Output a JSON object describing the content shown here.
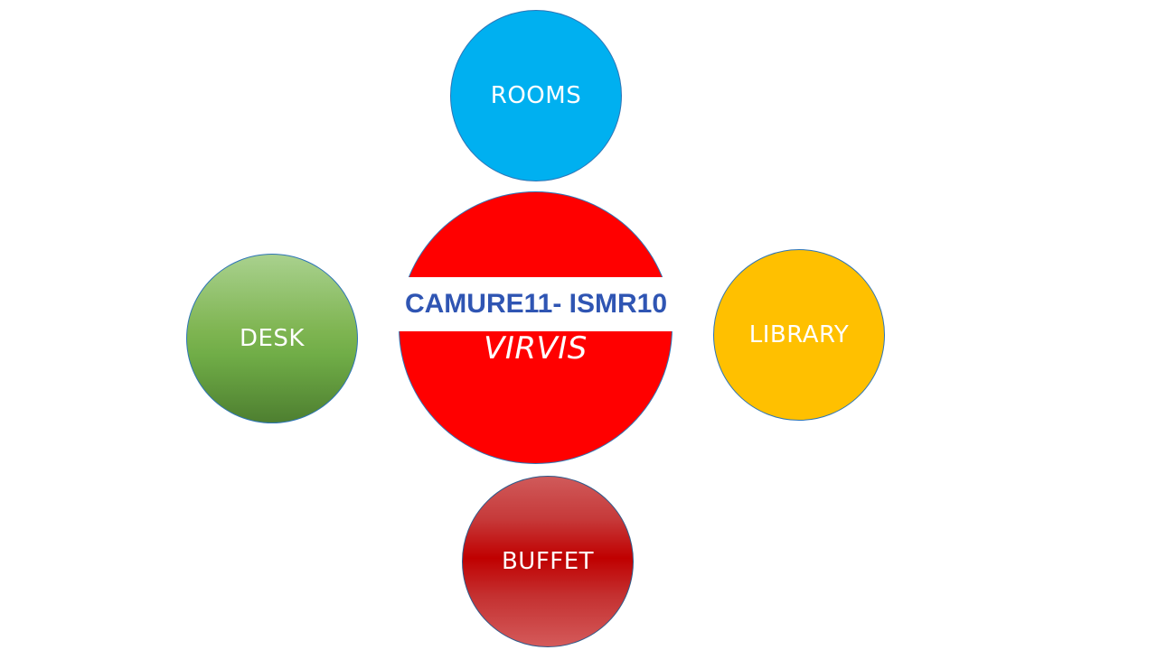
{
  "center": {
    "title": "CAMURE11- ISMR10",
    "subtitle": "VIRVIS"
  },
  "nodes": {
    "rooms": {
      "label": "ROOMS",
      "color": "#00b0f0"
    },
    "desk": {
      "label": "DESK",
      "color": "#70ad47"
    },
    "library": {
      "label": "LIBRARY",
      "color": "#ffc000"
    },
    "buffet": {
      "label": "BUFFET",
      "color": "#c00000"
    }
  },
  "colors": {
    "center_fill": "#ff0000",
    "title_text": "#2f55b3",
    "background": "#ffffff"
  }
}
